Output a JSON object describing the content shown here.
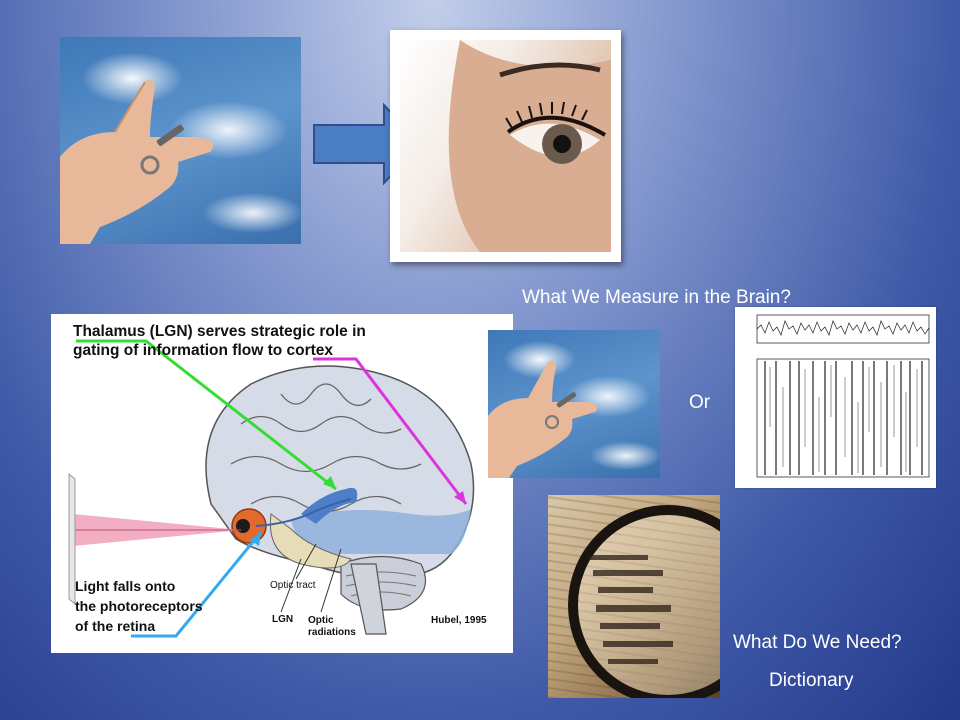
{
  "captions": {
    "measure": "What We Measure in the Brain?",
    "or": "Or",
    "need": "What Do We Need?",
    "dictionary": "Dictionary"
  },
  "diagram": {
    "title_line1": "Thalamus (LGN) serves strategic role in",
    "title_line2": "gating of information flow to cortex",
    "light_line1": "Light falls onto",
    "light_line2": "the photoreceptors",
    "light_line3": "of the retina",
    "optic_tract": "Optic tract",
    "lgn": "LGN",
    "optic_radiations_1": "Optic",
    "optic_radiations_2": "radiations",
    "citation": "Hubel, 1995"
  },
  "colors": {
    "arrow_fill": "#4a7dc4",
    "green_pointer": "#33dd33",
    "magenta_pointer": "#dd33dd",
    "cyan_pointer": "#33aaee"
  }
}
